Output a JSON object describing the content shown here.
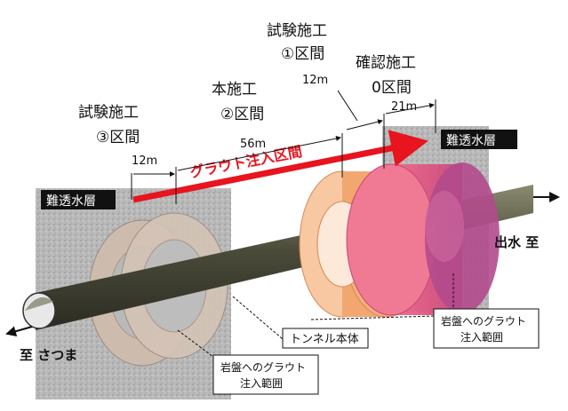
{
  "sections": {
    "trial3": {
      "line1": "試験施工",
      "line2": "③区間",
      "length": "12m"
    },
    "main": {
      "line1": "本施工",
      "line2": "②区間",
      "length": "56m"
    },
    "trial1": {
      "line1": "試験施工",
      "line2": "①区間",
      "length": "12m"
    },
    "confirm": {
      "line1": "確認施工",
      "line2": "0区間",
      "length": "21m"
    }
  },
  "grout_range_label": "グラウト注入区間",
  "impermeable_left": "難透水層",
  "impermeable_right": "難透水層",
  "direction_right": "出水 至",
  "direction_left": "至 さつま",
  "tunnel_body_label": "トンネル本体",
  "rock_grout_left": {
    "line1": "岩盤へのグラウト",
    "line2": "注入範囲"
  },
  "rock_grout_right": {
    "line1": "岩盤へのグラウト",
    "line2": "注入範囲"
  },
  "colors": {
    "rock": "#b8b8b8",
    "tunnel": "#4a4a38",
    "arrow": "#e8141e",
    "ring_orange": "#f2a771",
    "ring_pink": "#e24f7d",
    "ring_faded": "#c8b4a8"
  }
}
